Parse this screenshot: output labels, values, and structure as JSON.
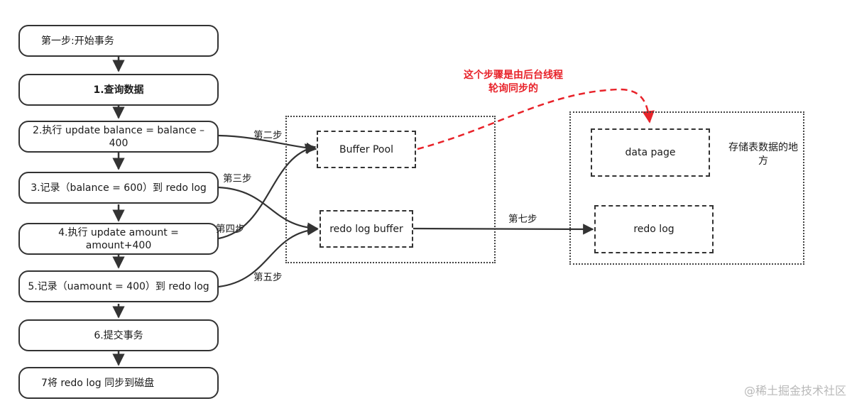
{
  "steps": [
    "第一步:开始事务",
    "1.查询数据",
    "2.执行 update balance = balance – 400",
    "3.记录（balance = 600）到 redo log",
    "4.执行 update amount = amount+400",
    "5.记录（uamount = 400）到 redo log",
    "6.提交事务",
    "7将 redo log 同步到磁盘"
  ],
  "memory": {
    "buffer_pool": "Buffer Pool",
    "redo_log_buffer": "redo log buffer"
  },
  "disk": {
    "data_page": "data page",
    "redo_log": "redo log",
    "note": "存储表数据的地方"
  },
  "arrow_labels": {
    "step2": "第二步",
    "step3": "第三步",
    "step4": "第四步",
    "step5": "第五步",
    "step7": "第七步"
  },
  "red_note": "这个步骤是由后台线程轮询同步的",
  "watermark": "@稀土掘金技术社区",
  "colors": {
    "line": "#333333",
    "red": "#e8232a"
  }
}
